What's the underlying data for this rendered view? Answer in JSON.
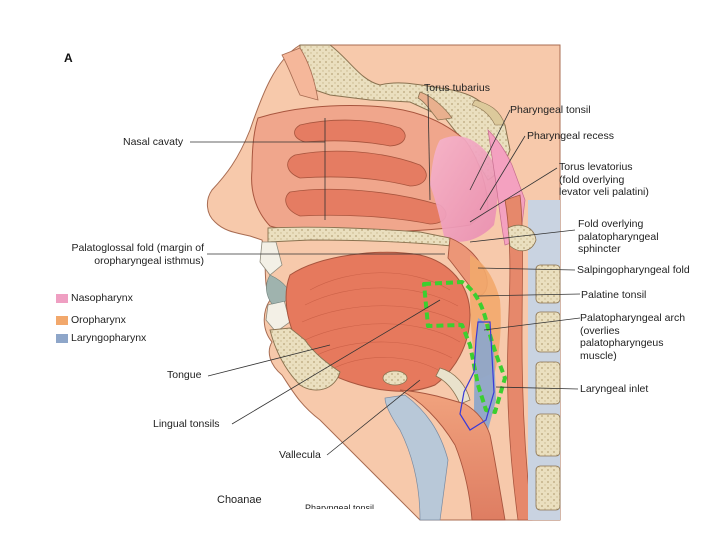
{
  "figure_letter": "A",
  "labels": {
    "torus_tubarius": "Torus tubarius",
    "pharyngeal_tonsil": "Pharyngeal tonsil",
    "pharyngeal_recess": "Pharyngeal recess",
    "torus_levatorius": [
      "Torus levatorius",
      "(fold overlying",
      "levator veli palatini)"
    ],
    "fold_palatopharyngeal": [
      "Fold overlying",
      "palatopharyngeal",
      "sphincter"
    ],
    "salpingopharyngeal_fold": "Salpingopharyngeal fold",
    "palatine_tonsil": "Palatine tonsil",
    "palatopharyngeal_arch": [
      "Palatopharyngeal arch",
      "(overlies",
      "palatopharyngeus",
      "muscle)"
    ],
    "laryngeal_inlet": "Laryngeal inlet",
    "nasal_cavity": "Nasal cavaty",
    "palatoglossal_fold": [
      "Palatoglossal fold (margin of",
      "oropharyngeal isthmus)"
    ],
    "tongue": "Tongue",
    "lingual_tonsils": "Lingual tonsils",
    "vallecula": "Vallecula",
    "choanae": "Choanae",
    "cut_off": "Pharyngeal tonsil"
  },
  "legend": [
    {
      "label": "Nasopharynx",
      "color": "#ef9fc2"
    },
    {
      "label": "Oropharynx",
      "color": "#f2a86c"
    },
    {
      "label": "Laryngopharynx",
      "color": "#8ea6c9"
    }
  ],
  "colors": {
    "tissue": "#f0a58c",
    "muscle": "#e2775a",
    "bone": "#e9dcb8",
    "skin": "#f6c8aa",
    "outline_green": "#3ccf2f",
    "outline_blue": "#3a3ad8"
  }
}
